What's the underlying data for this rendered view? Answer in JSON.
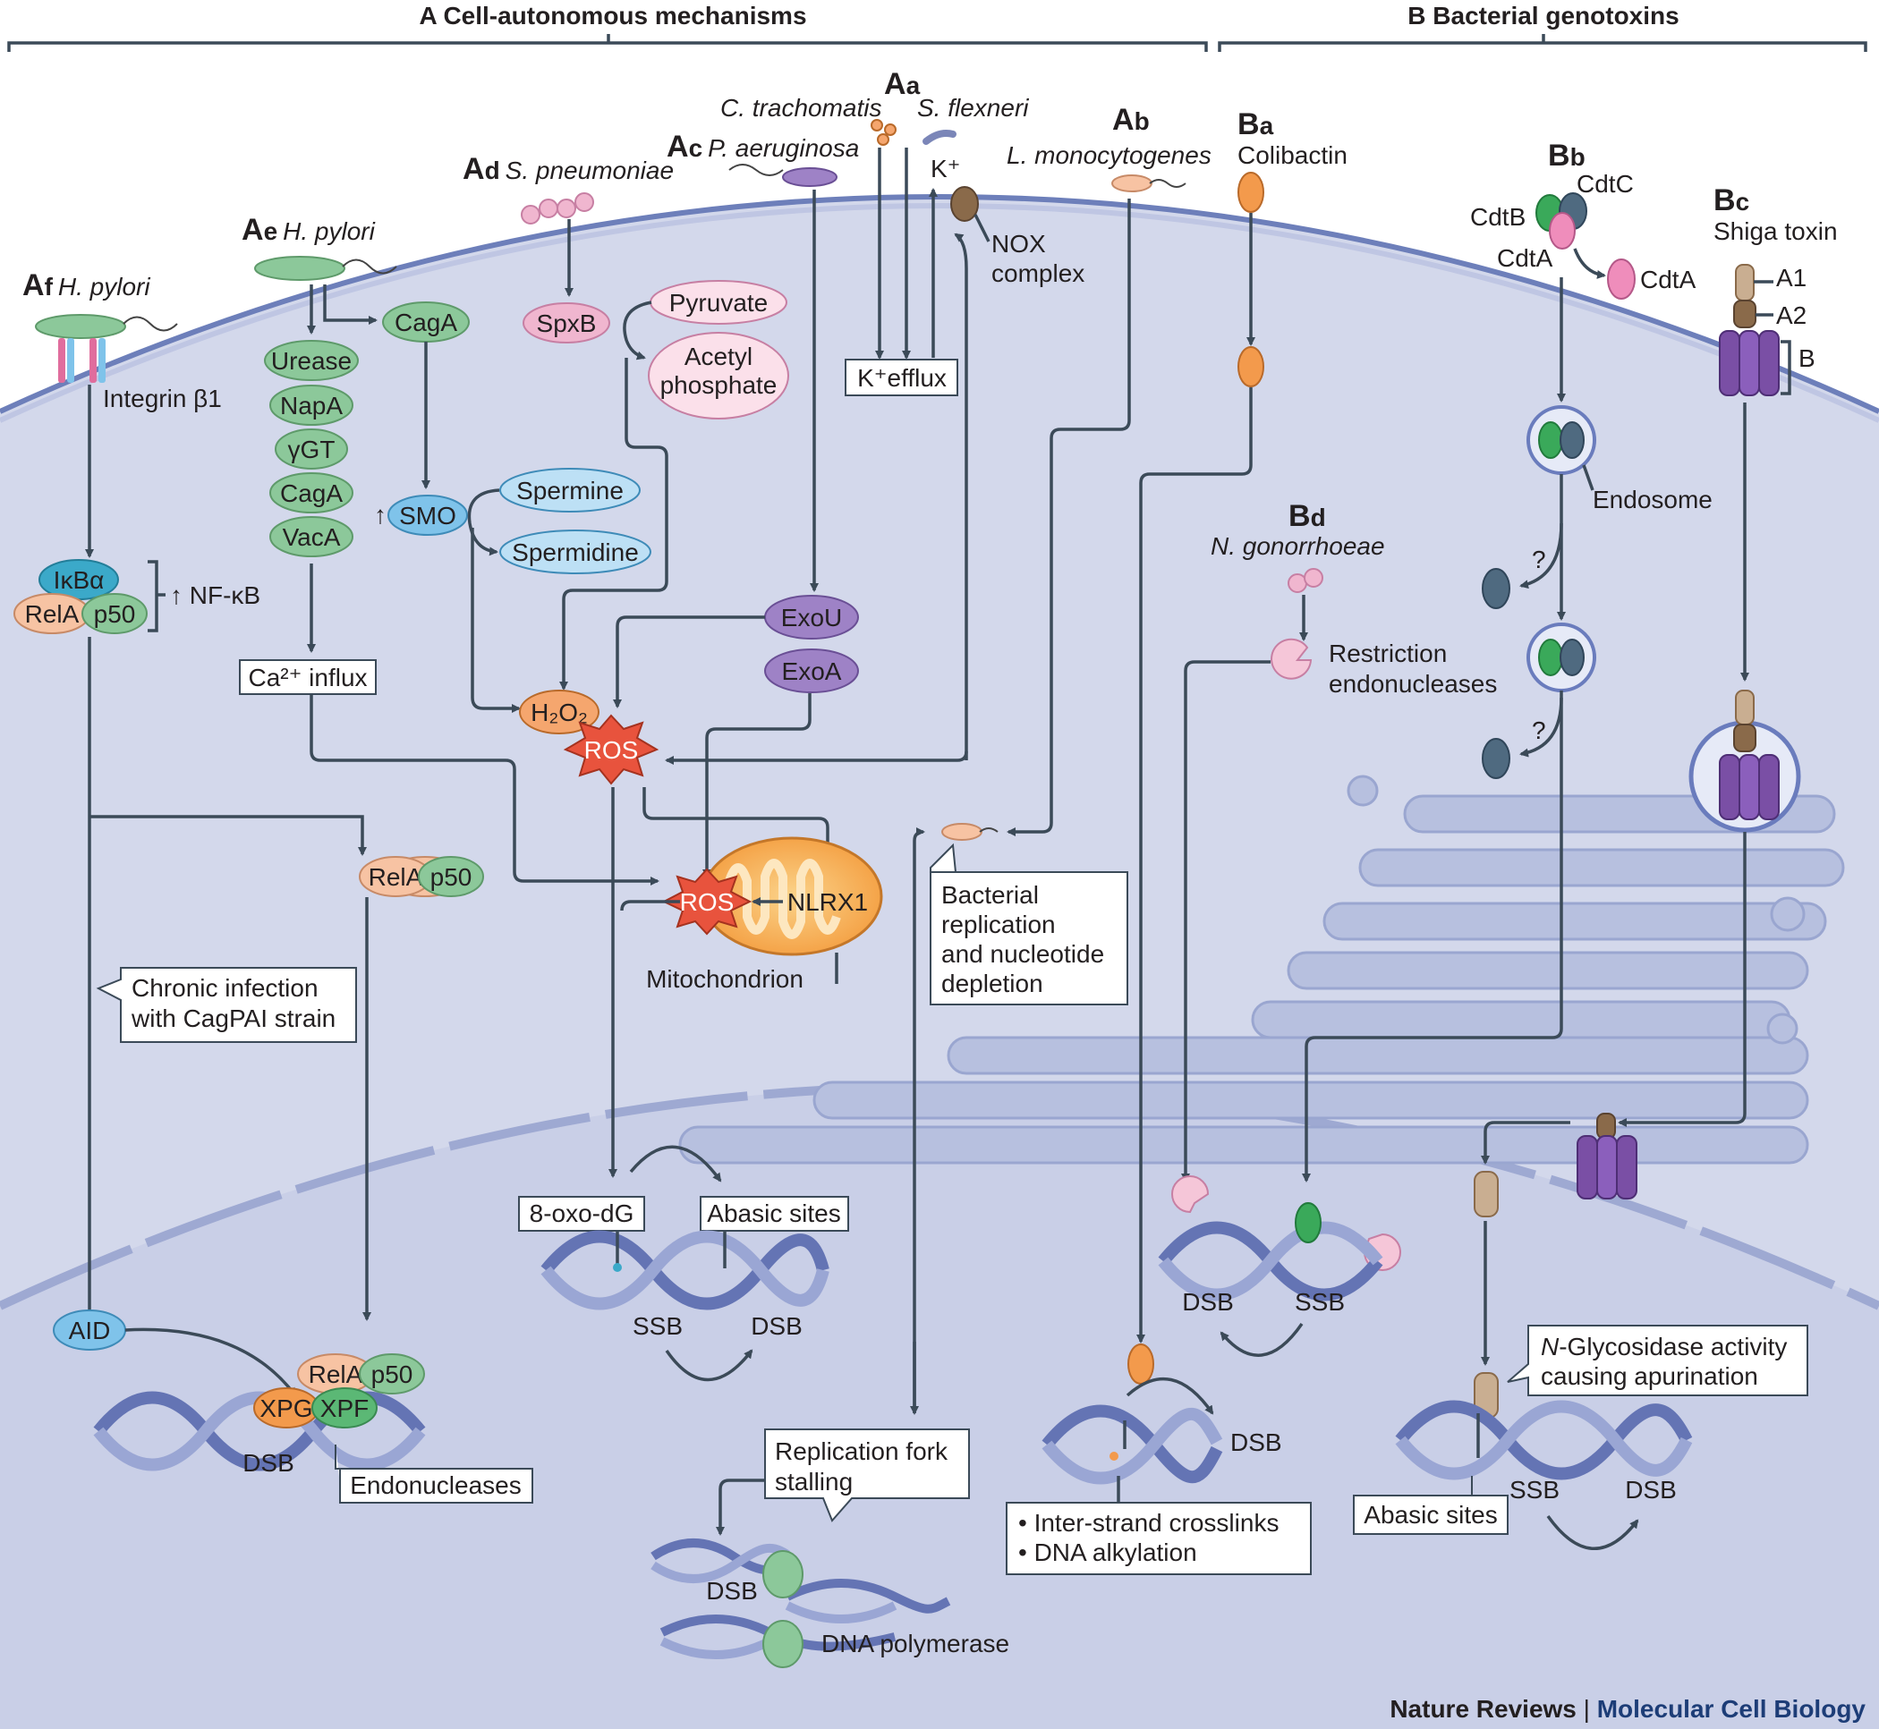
{
  "sections": {
    "a": {
      "letter": "A",
      "title": "Cell-autonomous mechanisms"
    },
    "b": {
      "letter": "B",
      "title": "Bacterial genotoxins"
    }
  },
  "panels": {
    "aa": {
      "l": "A",
      "s": "a",
      "org1": "C. trachomatis",
      "org2": "S. flexneri"
    },
    "ab": {
      "l": "A",
      "s": "b",
      "org": "L. monocytogenes"
    },
    "ac": {
      "l": "A",
      "s": "c",
      "org": "P. aeruginosa"
    },
    "ad": {
      "l": "A",
      "s": "d",
      "org": "S. pneumoniae"
    },
    "ae": {
      "l": "A",
      "s": "e",
      "org": "H. pylori"
    },
    "af": {
      "l": "A",
      "s": "f",
      "org": "H. pylori"
    },
    "ba": {
      "l": "B",
      "s": "a",
      "name": "Colibactin"
    },
    "bb": {
      "l": "B",
      "s": "b"
    },
    "bc": {
      "l": "B",
      "s": "c",
      "name": "Shiga toxin"
    },
    "bd": {
      "l": "B",
      "s": "d",
      "org": "N. gonorrhoeae"
    }
  },
  "labels": {
    "integrin": "Integrin β1",
    "ikba": "IκBα",
    "rela": "RelA",
    "p50": "p50",
    "nfkb": "↑ NF-κB",
    "cagA": "CagA",
    "urease": "Urease",
    "napa": "NapA",
    "ggt": "γGT",
    "vaca": "VacA",
    "ca_influx": "Ca²⁺ influx",
    "spxb": "SpxB",
    "pyruvate": "Pyruvate",
    "acetyl": "Acetyl",
    "phosphate": "phosphate",
    "smo": "SMO",
    "smo_up": "↑",
    "spermine": "Spermine",
    "spermidine": "Spermidine",
    "kplus": "K⁺",
    "kefflux": "K⁺efflux",
    "nox1": "NOX",
    "nox2": "complex",
    "exou": "ExoU",
    "exoa": "ExoA",
    "h2o2": "H₂O₂",
    "ros": "ROS",
    "nlrx1": "NLRX1",
    "mito": "Mitochondrion",
    "chronic1": "Chronic infection",
    "chronic2": "with CagPAI strain",
    "aid": "AID",
    "xpg": "XPG",
    "xpf": "XPF",
    "dsb": "DSB",
    "ssb": "SSB",
    "endonucleases": "Endonucleases",
    "oxo": "8-oxo-dG",
    "abasic": "Abasic sites",
    "bact1": "Bacterial",
    "bact2": "replication",
    "bact3": "and nucleotide",
    "bact4": "depletion",
    "fork1": "Replication fork",
    "fork2": "stalling",
    "dnapol": "DNA polymerase",
    "cdtb": "CdtB",
    "cdtc": "CdtC",
    "cdta": "CdtA",
    "endosome": "Endosome",
    "q": "?",
    "a1": "A1",
    "a2": "A2",
    "b": "B",
    "restr1": "Restriction",
    "restr2": "endonucleases",
    "icl": "• Inter-strand crosslinks",
    "alk": "• DNA alkylation",
    "nglyco1": "-Glycosidase activity",
    "nglyco_n": "N",
    "nglyco2": "causing apurination"
  },
  "footer": {
    "journal": "Nature Reviews",
    "sep": " | ",
    "sub": "Molecular Cell Biology"
  },
  "colors": {
    "cytoplasm": "#d4d9ec",
    "membrane": "#4a5fa8",
    "green": "#8cc89a",
    "blue": "#7fc3ea",
    "pink": "#f0b6cf",
    "orange": "#f5a66e",
    "purple": "#9e82c6",
    "ros": "#e8533d",
    "navy": "#1d3d77"
  }
}
